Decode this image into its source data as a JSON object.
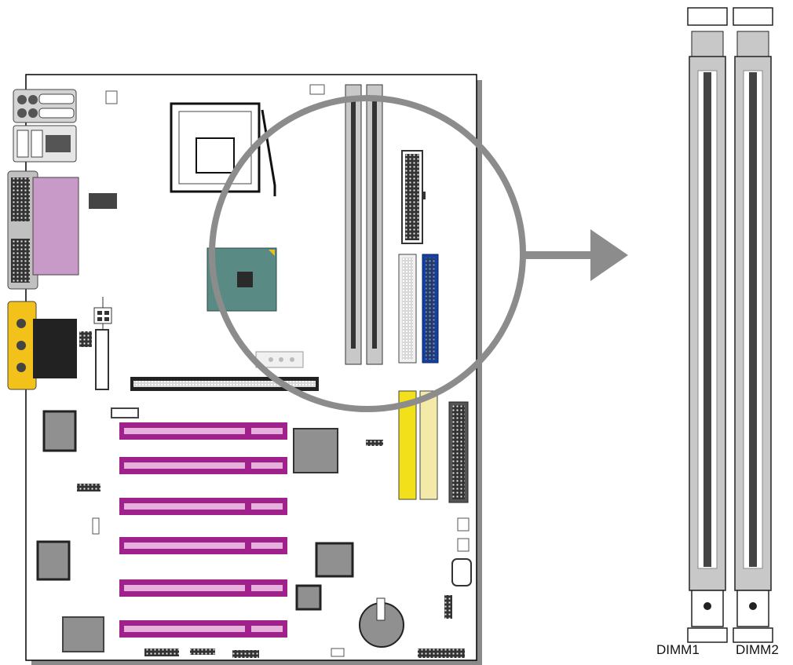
{
  "labels": {
    "dimm1": "DIMM1",
    "dimm2": "DIMM2"
  },
  "icons": [
    "magnifier-circle",
    "arrow-right"
  ],
  "colors": {
    "board_outline": "#000000",
    "board_shadow": "#8a8a8a",
    "pci_slot": "#a0208c",
    "ide_yellow": "#f2e01a",
    "ide_cream": "#f3e9a8",
    "ide_blue": "#1440a0",
    "parallel_port": "#c89ac8",
    "chip_gray": "#909090",
    "northbridge": "#5a8a84",
    "dimm_gray": "#c8c8c8",
    "magnifier_ring": "#8c8c8c"
  }
}
